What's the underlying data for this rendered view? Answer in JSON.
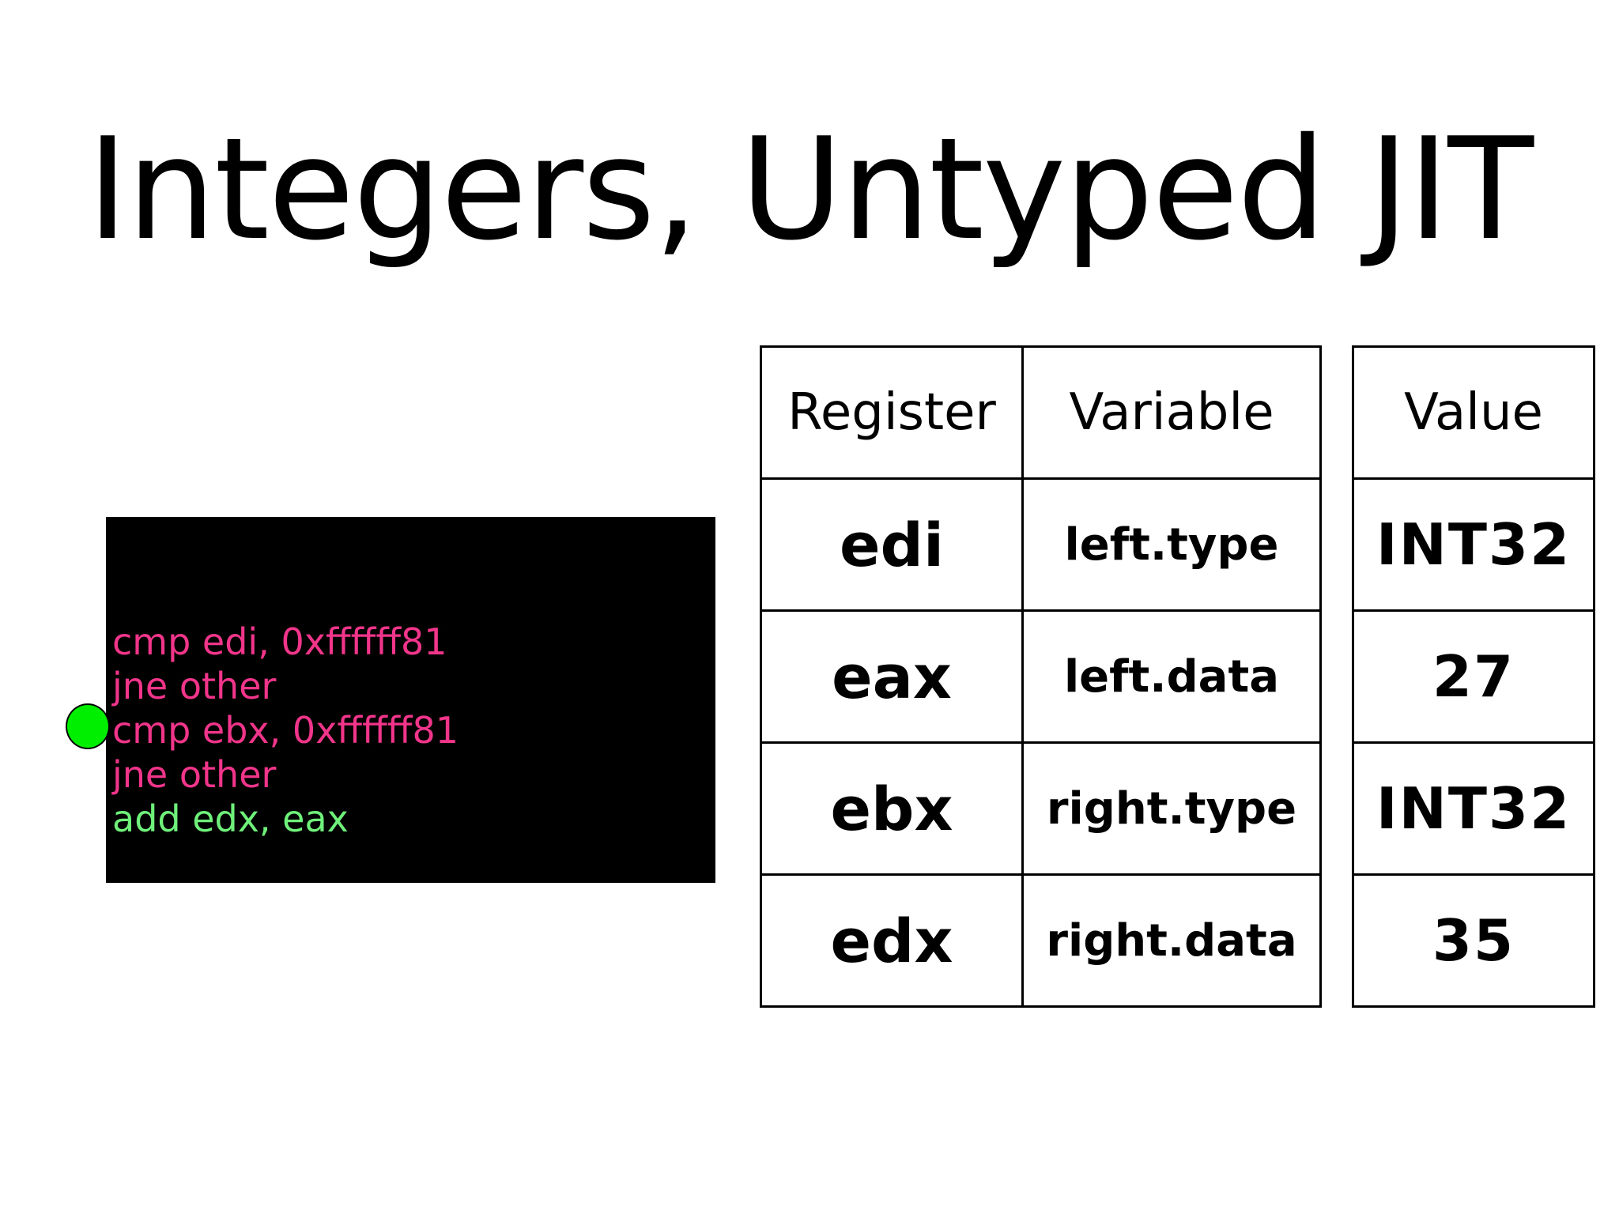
{
  "title": "Integers, Untyped JIT",
  "code": {
    "lines": [
      {
        "text": "cmp edi, 0xffffff81",
        "color": "#f0358a"
      },
      {
        "text": "jne other",
        "color": "#f0358a"
      },
      {
        "text": "cmp ebx, 0xffffff81",
        "color": "#f0358a"
      },
      {
        "text": "jne other",
        "color": "#f0358a"
      },
      {
        "text": "add edx, eax",
        "color": "#6ef07a"
      }
    ],
    "current_line_marker": "green-dot",
    "current_line_index": 2
  },
  "table": {
    "headers": [
      "Register",
      "Variable",
      "Value"
    ],
    "rows": [
      {
        "register": "edi",
        "variable": "left.type",
        "value": "INT32"
      },
      {
        "register": "eax",
        "variable": "left.data",
        "value": "27"
      },
      {
        "register": "ebx",
        "variable": "right.type",
        "value": "INT32"
      },
      {
        "register": "edx",
        "variable": "right.data",
        "value": "35"
      }
    ]
  }
}
